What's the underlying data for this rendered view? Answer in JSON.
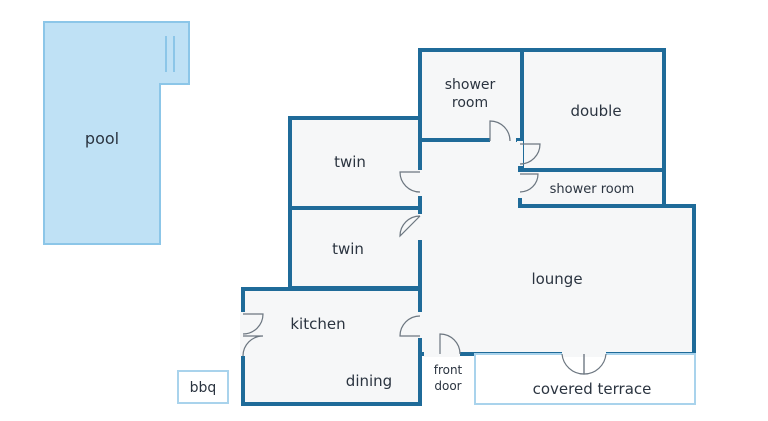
{
  "labels": {
    "pool": "pool",
    "shower_room_top_line1": "shower",
    "shower_room_top_line2": "room",
    "double": "double",
    "shower_room_small": "shower room",
    "twin_top": "twin",
    "twin_bottom": "twin",
    "lounge": "lounge",
    "kitchen": "kitchen",
    "dining": "dining",
    "front_door_line1": "front",
    "front_door_line2": "door",
    "covered_terrace": "covered terrace",
    "bbq": "bbq"
  },
  "colors": {
    "wall": "#1f6b99",
    "floor": "#f6f7f8",
    "pool_fill": "#bfe1f5",
    "pool_edge": "#8cc6e8",
    "outline_light": "#a9d3ec",
    "text": "#2b3440"
  }
}
